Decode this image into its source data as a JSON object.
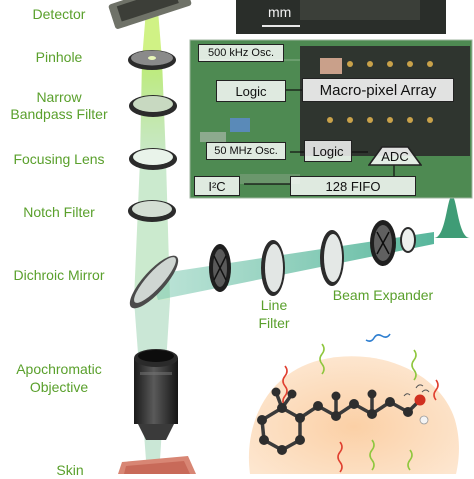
{
  "colors": {
    "label_green": "#5aa02c",
    "laser_green": "#9de04a",
    "board_green": "#4e8a52",
    "inset_bg": "#2a2e2a",
    "heat_wave": "#e04030",
    "scatter_wave": "#2f7fd0",
    "molecule_carbon": "#3a3a3a",
    "molecule_oxygen": "#d03020"
  },
  "optical_path": {
    "detector": "Detector",
    "pinhole": "Pinhole",
    "bandpass_line1": "Narrow",
    "bandpass_line2": "Bandpass Filter",
    "focusing_lens": "Focusing Lens",
    "notch_filter": "Notch Filter",
    "dichroic_mirror": "Dichroic Mirror",
    "objective_line1": "Apochromatic",
    "objective_line2": "Objective",
    "skin": "Skin"
  },
  "excitation_path": {
    "line_filter_line1": "Line",
    "line_filter_line2": "Filter",
    "beam_expander": "Beam Expander"
  },
  "chip_inset": {
    "scale_text": "mm",
    "osc_500": "500 kHz Osc.",
    "logic_top": "Logic",
    "pixel_array": "Macro-pixel Array",
    "osc_50": "50 MHz Osc.",
    "logic_bottom": "Logic",
    "adc": "ADC",
    "i2c": "I²C",
    "fifo": "128 FIFO"
  },
  "icons": {
    "molecule": "beta-carotene-molecule-icon",
    "laser": "laser-source-icon"
  }
}
